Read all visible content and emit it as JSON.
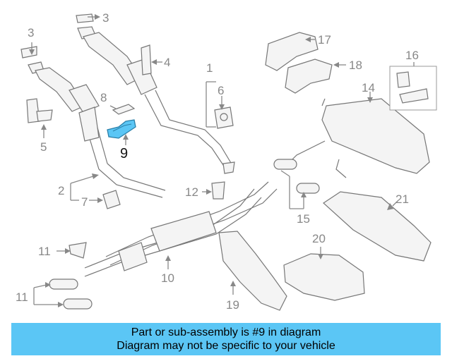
{
  "diagram": {
    "highlighted_part": "9",
    "highlight_color": "#5bc6f5",
    "callouts": [
      {
        "key": "c1",
        "label": "1"
      },
      {
        "key": "c2",
        "label": "2"
      },
      {
        "key": "c3",
        "label": "3"
      },
      {
        "key": "c3b",
        "label": "3"
      },
      {
        "key": "c4",
        "label": "4"
      },
      {
        "key": "c5",
        "label": "5"
      },
      {
        "key": "c6",
        "label": "6"
      },
      {
        "key": "c7",
        "label": "7"
      },
      {
        "key": "c8",
        "label": "8"
      },
      {
        "key": "c9",
        "label": "9"
      },
      {
        "key": "c10",
        "label": "10"
      },
      {
        "key": "c11",
        "label": "11"
      },
      {
        "key": "c12",
        "label": "12"
      },
      {
        "key": "c13",
        "label": "13"
      },
      {
        "key": "c14",
        "label": "14"
      },
      {
        "key": "c15",
        "label": "15"
      },
      {
        "key": "c16",
        "label": "16"
      },
      {
        "key": "c17",
        "label": "17"
      },
      {
        "key": "c18",
        "label": "18"
      },
      {
        "key": "c19",
        "label": "19"
      },
      {
        "key": "c20",
        "label": "20"
      },
      {
        "key": "c21",
        "label": "21"
      }
    ]
  },
  "banner": {
    "line1": "Part or sub-assembly is #9 in diagram",
    "line2": "Diagram may not be specific to your vehicle",
    "background": "#5bc6f5"
  }
}
